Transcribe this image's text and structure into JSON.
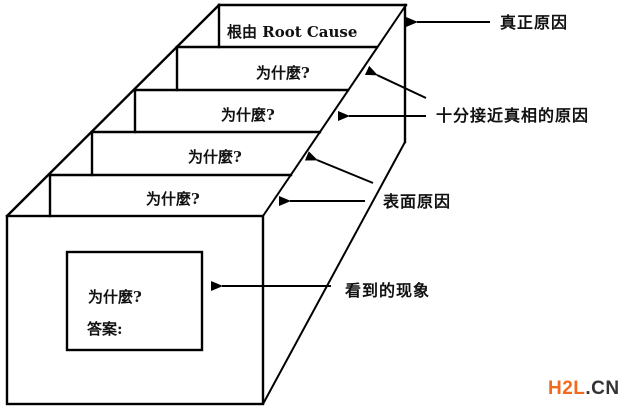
{
  "diagram": {
    "title": "5 Whys root cause staircase",
    "steps": [
      {
        "label": "根由 Root Cause",
        "level": 5
      },
      {
        "label": "为什麼?",
        "level": 4
      },
      {
        "label": "为什麼?",
        "level": 3
      },
      {
        "label": "为什麼?",
        "level": 2
      },
      {
        "label": "为什麼?",
        "level": 1
      }
    ],
    "front_box": {
      "question": "为什麼?",
      "answer_label": "答案:"
    },
    "annotations": {
      "true_cause": "真正原因",
      "near_truth_cause": "十分接近真相的原因",
      "surface_cause": "表面原因",
      "observed_phenomenon": "看到的现象"
    },
    "colors": {
      "line": "#000000",
      "watermark_brand": "#f26b1d",
      "watermark_suffix": "#333333"
    }
  },
  "watermark": {
    "brand": "H2L",
    "suffix": ".CN"
  }
}
